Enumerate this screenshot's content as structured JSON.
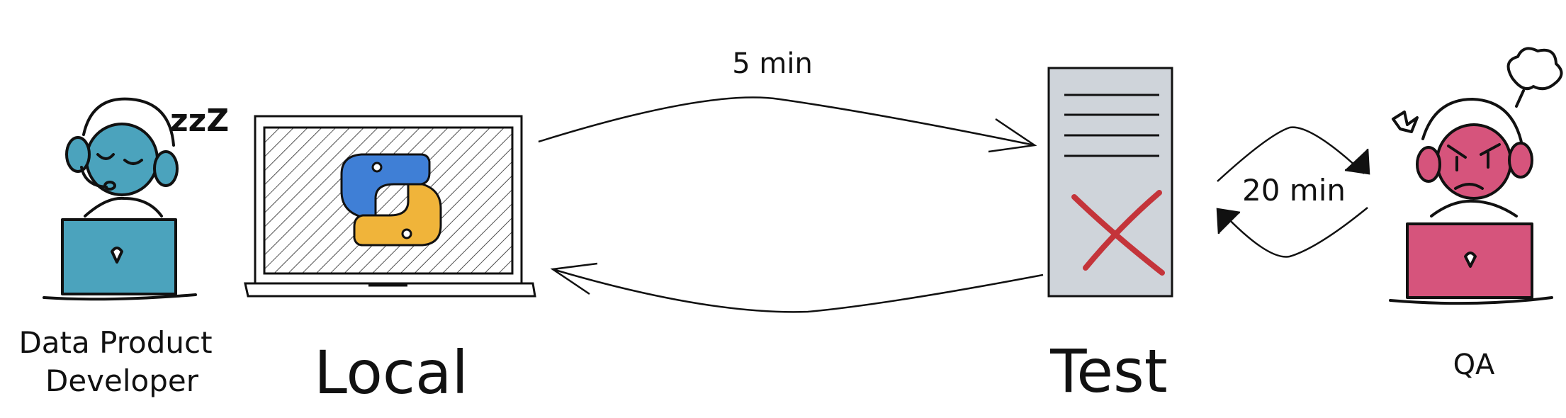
{
  "labels": {
    "developer": [
      "Data Product",
      "Developer"
    ],
    "local": "Local",
    "test": "Test",
    "qa": "QA",
    "time_to_test": "5 min",
    "time_qa": "20 min",
    "sleep": "zzZ"
  },
  "colors": {
    "developer": "#4ba3bd",
    "qa": "#d6547c",
    "server": "#cfd4da",
    "python_blue": "#3f7fd6",
    "python_yellow": "#f0b43a",
    "fail_cross": "#c4343a",
    "ink": "#111111"
  },
  "icons": [
    "sleeping-developer-icon",
    "laptop-icon",
    "python-logo-icon",
    "test-server-icon",
    "angry-qa-icon",
    "fail-cross-icon"
  ]
}
